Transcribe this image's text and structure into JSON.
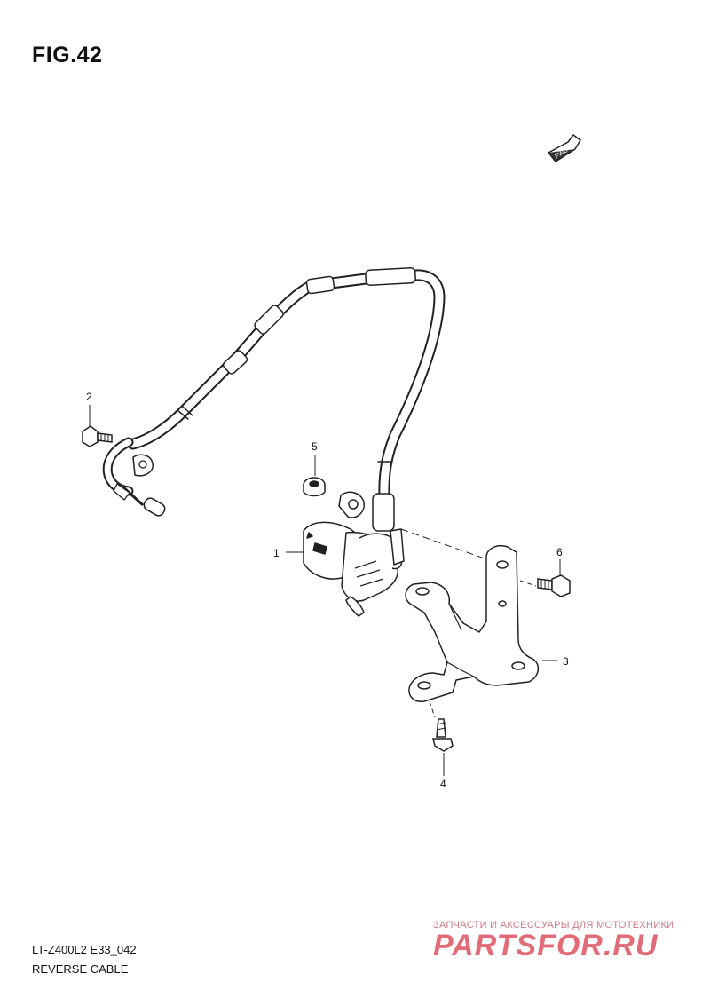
{
  "figure": {
    "title": "FIG.42"
  },
  "fwd_marker": {
    "label": "FWD"
  },
  "callouts": [
    {
      "number": "1"
    },
    {
      "number": "2"
    },
    {
      "number": "3"
    },
    {
      "number": "4"
    },
    {
      "number": "5"
    },
    {
      "number": "6"
    }
  ],
  "footer": {
    "model_code": "LT-Z400L2 E33_042",
    "diagram_name": "REVERSE CABLE"
  },
  "watermark": {
    "tagline": "ЗАПЧАСТИ И АКСЕССУАРЫ ДЛЯ МОТОТЕХНИКИ",
    "brand": "PARTSFOR.RU"
  },
  "colors": {
    "line": "#222222",
    "watermark": "#e26b78"
  }
}
